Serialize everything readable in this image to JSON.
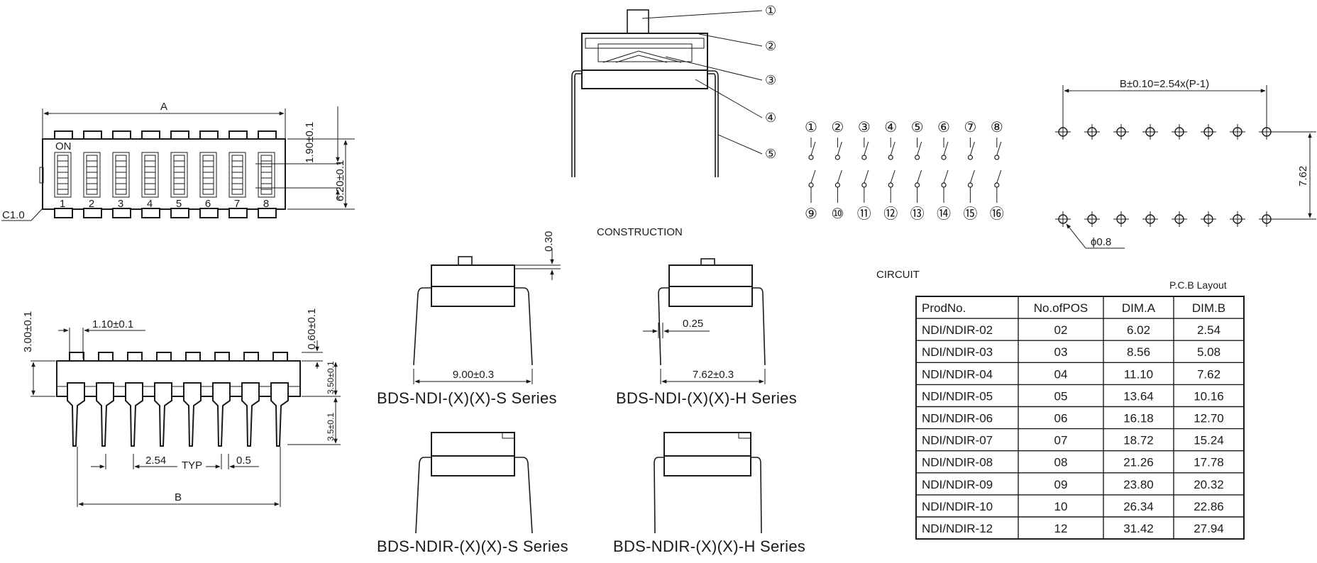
{
  "top_view": {
    "dim_a": "A",
    "on_label": "ON",
    "positions": [
      "1",
      "2",
      "3",
      "4",
      "5",
      "6",
      "7",
      "8"
    ],
    "dim_chamfer": "C1.0",
    "dim_height_top": "1.90±0.1",
    "dim_height_total": "6.20±0.1"
  },
  "side_view": {
    "dim_height": "3.00±0.1",
    "dim_lead_width": "1.10±0.1",
    "dim_top": "0.60±0.1",
    "dim_body": "3.50±0.1",
    "dim_lead_len": "3.5±0.1",
    "dim_pitch": "2.54",
    "typ": "TYP",
    "dim_lead": "0.5",
    "dim_b": "B"
  },
  "construction": {
    "callouts": [
      "①",
      "②",
      "③",
      "④",
      "⑤"
    ],
    "caption": "CONSTRUCTION"
  },
  "series_views": {
    "s_series": {
      "dim_thickness": "0.30",
      "dim_span": "9.00±0.3",
      "label": "BDS-NDI-(X)(X)-S Series"
    },
    "h_series": {
      "dim_lead": "0.25",
      "dim_span": "7.62±0.3",
      "label": "BDS-NDI-(X)(X)-H Series"
    },
    "rs_series": {
      "label": "BDS-NDIR-(X)(X)-S Series"
    },
    "rh_series": {
      "label": "BDS-NDIR-(X)(X)-H Series"
    }
  },
  "circuit": {
    "top_pins": [
      "①",
      "②",
      "③",
      "④",
      "⑤",
      "⑥",
      "⑦",
      "⑧"
    ],
    "bottom_pins": [
      "⑨",
      "⑩",
      "⑪",
      "⑫",
      "⑬",
      "⑭",
      "⑮",
      "⑯"
    ],
    "caption": "CIRCUIT"
  },
  "pcb": {
    "dim_b": "B±0.10=2.54x(P-1)",
    "dim_row": "7.62",
    "dim_hole": "ϕ0.8",
    "caption": "P.C.B Layout"
  },
  "table": {
    "headers": [
      "ProdNo.",
      "No.ofPOS",
      "DIM.A",
      "DIM.B"
    ],
    "rows": [
      [
        "NDI/NDIR-02",
        "02",
        "6.02",
        "2.54"
      ],
      [
        "NDI/NDIR-03",
        "03",
        "8.56",
        "5.08"
      ],
      [
        "NDI/NDIR-04",
        "04",
        "11.10",
        "7.62"
      ],
      [
        "NDI/NDIR-05",
        "05",
        "13.64",
        "10.16"
      ],
      [
        "NDI/NDIR-06",
        "06",
        "16.18",
        "12.70"
      ],
      [
        "NDI/NDIR-07",
        "07",
        "18.72",
        "15.24"
      ],
      [
        "NDI/NDIR-08",
        "08",
        "21.26",
        "17.78"
      ],
      [
        "NDI/NDIR-09",
        "09",
        "23.80",
        "20.32"
      ],
      [
        "NDI/NDIR-10",
        "10",
        "26.34",
        "22.86"
      ],
      [
        "NDI/NDIR-12",
        "12",
        "31.42",
        "27.94"
      ]
    ]
  }
}
